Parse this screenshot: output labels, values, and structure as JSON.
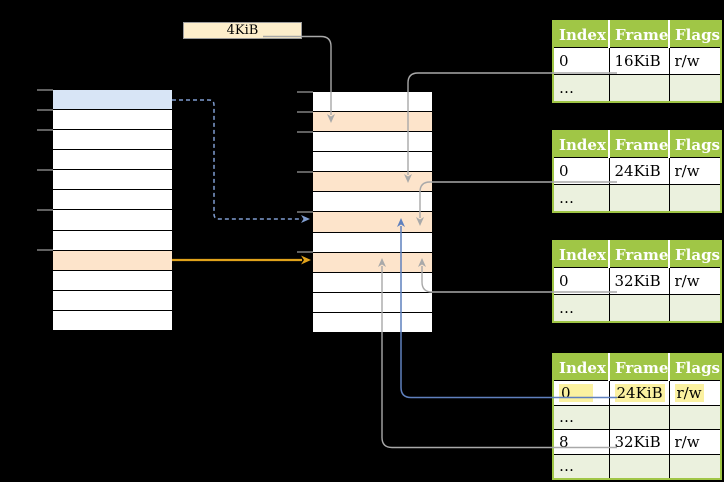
{
  "page_size_label": "4KiB",
  "colors": {
    "header_green": "#a0c646",
    "row_green": "#ebf1de",
    "table_border": "#a0c646",
    "cell_blue": "#d8e5f6",
    "cell_peach": "#fde4cb",
    "box_cream": "#fdeecb",
    "highlight_yellow": "#fbf1a0",
    "arrow_gray": "#a9a9a9",
    "arrow_blue": "#5f80be",
    "arrow_blue_dashed": "#7f9ccf",
    "arrow_gold": "#e0a21b",
    "tick_gray": "#808080"
  },
  "left_column": {
    "rows": [
      {
        "fill": "blue"
      },
      {},
      {},
      {},
      {},
      {},
      {},
      {},
      {
        "fill": "peach"
      },
      {},
      {},
      {}
    ]
  },
  "middle_column": {
    "rows": [
      {},
      {
        "fill": "peach"
      },
      {},
      {},
      {
        "fill": "peach"
      },
      {},
      {
        "fill": "peach"
      },
      {},
      {
        "fill": "peach"
      },
      {},
      {},
      {}
    ]
  },
  "tables": [
    {
      "headers": [
        "Index",
        "Frame",
        "Flags"
      ],
      "rows": [
        {
          "cells": [
            "0",
            "16KiB",
            "r/w"
          ]
        },
        {
          "cells": [
            "…",
            "",
            ""
          ],
          "shade": true
        }
      ]
    },
    {
      "headers": [
        "Index",
        "Frame",
        "Flags"
      ],
      "rows": [
        {
          "cells": [
            "0",
            "24KiB",
            "r/w"
          ]
        },
        {
          "cells": [
            "…",
            "",
            ""
          ],
          "shade": true
        }
      ]
    },
    {
      "headers": [
        "Index",
        "Frame",
        "Flags"
      ],
      "rows": [
        {
          "cells": [
            "0",
            "32KiB",
            "r/w"
          ]
        },
        {
          "cells": [
            "…",
            "",
            ""
          ],
          "shade": true
        }
      ]
    },
    {
      "headers": [
        "Index",
        "Frame",
        "Flags"
      ],
      "rows": [
        {
          "cells": [
            "0",
            "24KiB",
            "r/w"
          ],
          "highlight": true
        },
        {
          "cells": [
            "…",
            "",
            ""
          ],
          "shade": true
        },
        {
          "cells": [
            "8",
            "32KiB",
            "r/w"
          ]
        },
        {
          "cells": [
            "…",
            "",
            ""
          ],
          "shade": true
        }
      ]
    }
  ]
}
